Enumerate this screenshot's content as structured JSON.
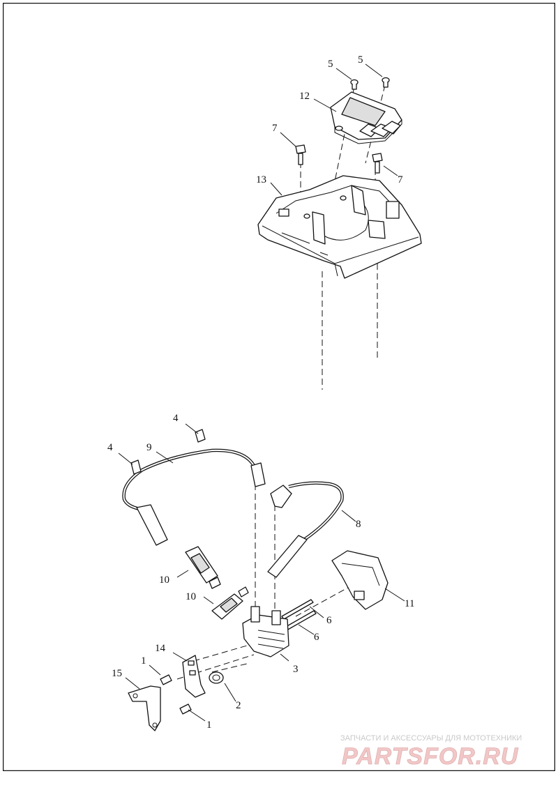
{
  "callouts": {
    "c1a": "1",
    "c1b": "1",
    "c2": "2",
    "c3": "3",
    "c4a": "4",
    "c4b": "4",
    "c5a": "5",
    "c5b": "5",
    "c6a": "6",
    "c6b": "6",
    "c7a": "7",
    "c7b": "7",
    "c8": "8",
    "c9": "9",
    "c10a": "10",
    "c10b": "10",
    "c11": "11",
    "c12": "12",
    "c13": "13",
    "c14": "14",
    "c15": "15"
  },
  "watermark": {
    "tagline": "ЗАПЧАСТИ И АКСЕССУАРЫ ДЛЯ МОТОТЕХНИКИ",
    "logo": "PARTSFOR.RU"
  },
  "colors": {
    "line": "#111111",
    "part_fill": "#ffffff",
    "watermark_text": "#c9c9c9",
    "watermark_logo": "#f2c7c7"
  }
}
